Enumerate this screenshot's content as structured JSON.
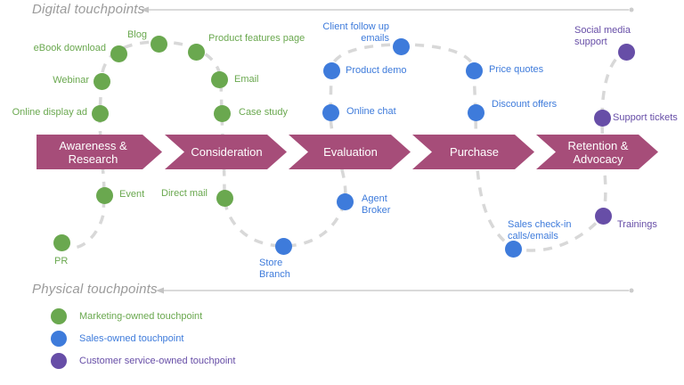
{
  "titles": {
    "digital": "Digital touchpoints",
    "physical": "Physical touchpoints"
  },
  "stages": [
    {
      "label": "Awareness &\nResearch"
    },
    {
      "label": "Consideration"
    },
    {
      "label": "Evaluation"
    },
    {
      "label": "Purchase"
    },
    {
      "label": "Retention &\nAdvocacy"
    }
  ],
  "touchpoints": [
    {
      "label": "Online display ad",
      "owner": "marketing",
      "zone": "digital"
    },
    {
      "label": "Webinar",
      "owner": "marketing",
      "zone": "digital"
    },
    {
      "label": "eBook download",
      "owner": "marketing",
      "zone": "digital"
    },
    {
      "label": "Blog",
      "owner": "marketing",
      "zone": "digital"
    },
    {
      "label": "Product features page",
      "owner": "marketing",
      "zone": "digital"
    },
    {
      "label": "Email",
      "owner": "marketing",
      "zone": "digital"
    },
    {
      "label": "Case study",
      "owner": "marketing",
      "zone": "digital"
    },
    {
      "label": "Event",
      "owner": "marketing",
      "zone": "physical"
    },
    {
      "label": "Direct mail",
      "owner": "marketing",
      "zone": "physical"
    },
    {
      "label": "PR",
      "owner": "marketing",
      "zone": "physical"
    },
    {
      "label": "Product demo",
      "owner": "sales",
      "zone": "digital"
    },
    {
      "label": "Online chat",
      "owner": "sales",
      "zone": "digital"
    },
    {
      "label": "Client follow up\nemails",
      "owner": "sales",
      "zone": "digital"
    },
    {
      "label": "Price quotes",
      "owner": "sales",
      "zone": "digital"
    },
    {
      "label": "Discount offers",
      "owner": "sales",
      "zone": "digital"
    },
    {
      "label": "Agent\nBroker",
      "owner": "sales",
      "zone": "physical"
    },
    {
      "label": "Store\nBranch",
      "owner": "sales",
      "zone": "physical"
    },
    {
      "label": "Sales check-in\ncalls/emails",
      "owner": "sales",
      "zone": "physical"
    },
    {
      "label": "Social media\nsupport",
      "owner": "service",
      "zone": "digital"
    },
    {
      "label": "Support tickets",
      "owner": "service",
      "zone": "digital"
    },
    {
      "label": "Trainings",
      "owner": "service",
      "zone": "physical"
    }
  ],
  "legend": [
    {
      "label": "Marketing-owned touchpoint",
      "owner": "marketing",
      "color": "#6aa84f"
    },
    {
      "label": "Sales-owned touchpoint",
      "owner": "sales",
      "color": "#3e7bdb"
    },
    {
      "label": "Customer service-owned touchpoint",
      "owner": "service",
      "color": "#674ea7"
    }
  ],
  "colors": {
    "stage": "#a64d79",
    "marketing": "#6aa84f",
    "sales": "#3e7bdb",
    "service": "#674ea7",
    "dashed_path": "#d8d8d8",
    "title_text": "#9b9b9b"
  }
}
